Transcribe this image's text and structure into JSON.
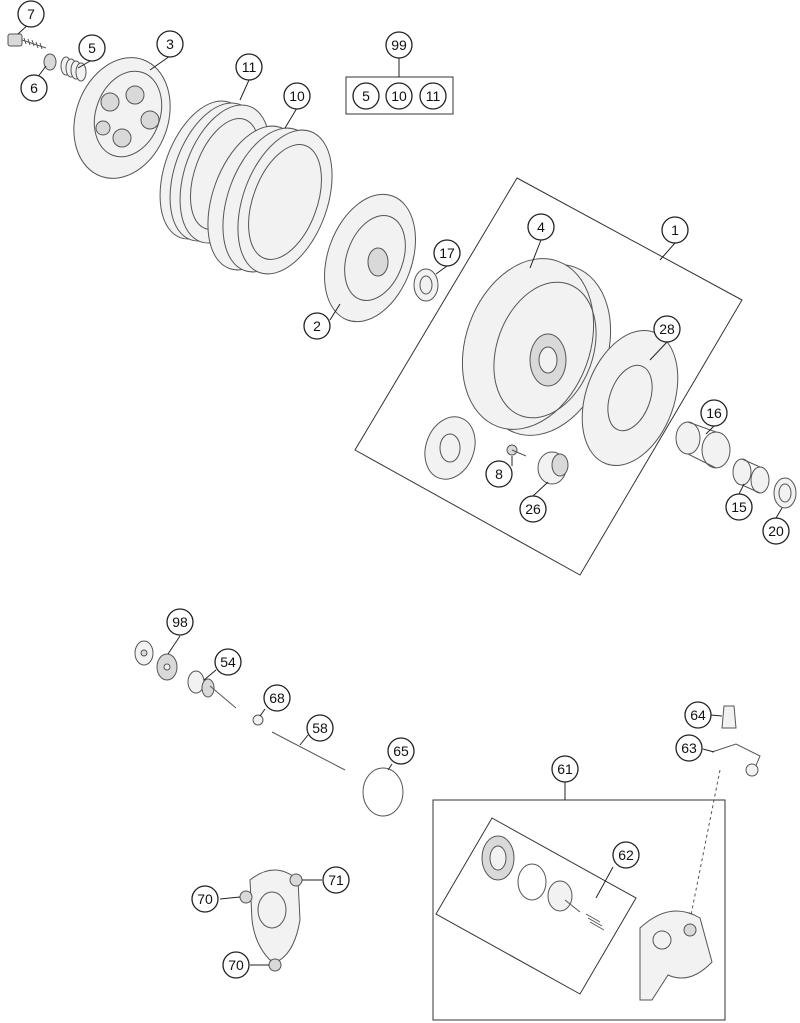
{
  "callouts": {
    "c7": "7",
    "c6": "6",
    "c5": "5",
    "c3": "3",
    "c11": "11",
    "c10": "10",
    "c99": "99",
    "c99a": "5",
    "c99b": "10",
    "c99c": "11",
    "c17": "17",
    "c2": "2",
    "c4": "4",
    "c1": "1",
    "c28": "28",
    "c16": "16",
    "c8": "8",
    "c26": "26",
    "c15": "15",
    "c20": "20",
    "c98": "98",
    "c54": "54",
    "c68": "68",
    "c58": "58",
    "c65": "65",
    "c64": "64",
    "c63": "63",
    "c61": "61",
    "c62": "62",
    "c70a": "70",
    "c71": "71",
    "c70b": "70"
  },
  "colors": {
    "line": "#555555",
    "fill": "#f2f2f2",
    "callout_stroke": "#222222"
  }
}
